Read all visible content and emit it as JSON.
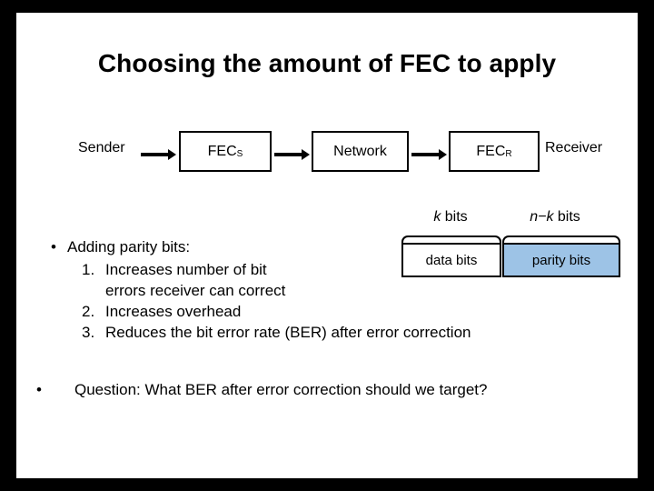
{
  "slide": {
    "title": "Choosing the amount of FEC to apply",
    "pipeline": {
      "sender_label": "Sender",
      "fec_s_label": "FEC",
      "fec_s_sub": "S",
      "network_label": "Network",
      "fec_r_label": "FEC",
      "fec_r_sub": "R",
      "receiver_label": "Receiver"
    },
    "codeword": {
      "k_bits_label": "k bits",
      "k_bits_italic": "k",
      "k_bits_rest": " bits",
      "nk_bits_italic": "n−k",
      "nk_bits_rest": " bits",
      "data_block_label": "data bits",
      "parity_block_label": "parity bits",
      "parity_color": "#9dc3e6"
    },
    "bullets": [
      {
        "marker": "•",
        "text": "Adding parity bits:"
      },
      {
        "marker": "1.",
        "text": "Increases number of bit"
      },
      {
        "marker": "",
        "text": "errors receiver can correct"
      },
      {
        "marker": "2.",
        "text": "Increases overhead"
      },
      {
        "marker": "3.",
        "text": "Reduces the bit error rate (BER) after error correction"
      }
    ],
    "question": {
      "marker": "•",
      "text": "Question: What BER after error correction should we target?"
    }
  }
}
